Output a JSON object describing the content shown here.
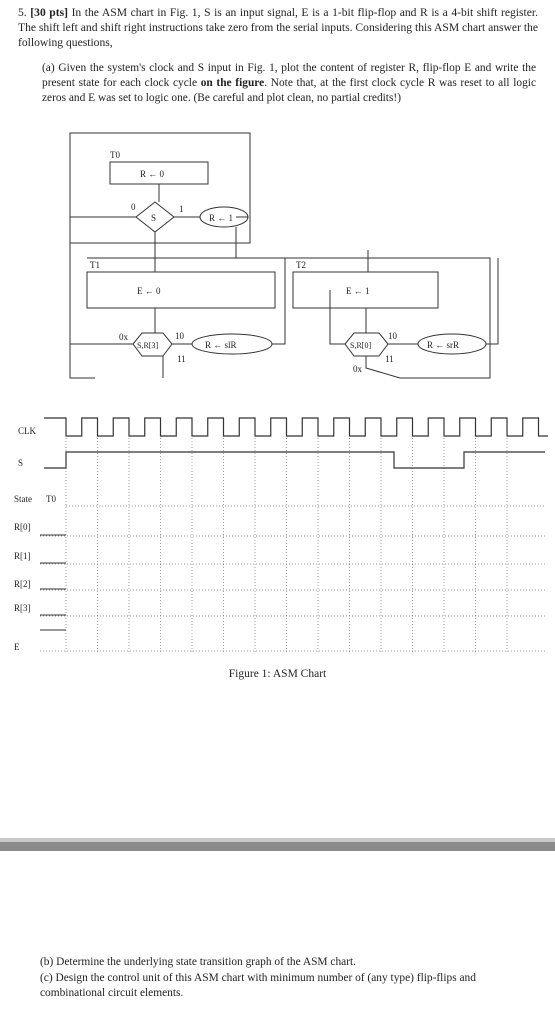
{
  "question": {
    "number": "5.",
    "points": "[30 pts]",
    "intro": "In the ASM chart in Fig. 1, S is an input signal, E is a 1-bit flip-flop and R is a 4-bit shift register. The shift left and shift right instructions take zero from the serial inputs. Considering this ASM chart answer the following questions,"
  },
  "part_a": {
    "label": "(a)",
    "text_before": "Given the system's clock and S input in Fig. 1, plot the content of register R, flip-flop E and write the present state for each clock cycle",
    "emphasis": "on the figure",
    "text_after": ". Note that, at the first clock cycle R was reset to all logic zeros and E was set to logic one. (Be careful and plot clean, no partial credits!)"
  },
  "asm": {
    "t0": "T0",
    "r_reset": "R ← 0",
    "s_decision": "S",
    "branch_0": "0",
    "branch_1": "1",
    "r_set": "R ← 1",
    "t1": "T1",
    "e_clear": "E ← 0",
    "t2": "T2",
    "e_set": "E ← 1",
    "dec_left": "S,R[3]",
    "dec_left_0x": "0x",
    "dec_left_10": "10",
    "dec_left_11": "11",
    "shift_left": "R ← slR",
    "dec_right": "S,R[0]",
    "dec_right_0x": "0x",
    "dec_right_10": "10",
    "dec_right_11": "11",
    "shift_right": "R ← srR"
  },
  "timing": {
    "labels": [
      "CLK",
      "S",
      "State",
      "R[0]",
      "R[1]",
      "R[2]",
      "R[3]",
      "E"
    ],
    "state_initial": "T0"
  },
  "caption": "Figure 1: ASM Chart",
  "part_b": "(b) Determine the underlying state transition graph of the ASM chart.",
  "part_c": "(c) Design the control unit of this ASM chart with minimum number of (any type) flip-flips and combinational circuit elements."
}
